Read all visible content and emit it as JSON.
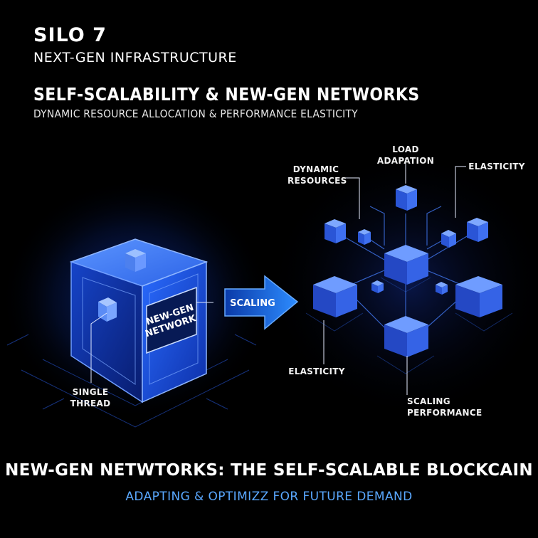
{
  "header": {
    "brand": "SILO 7",
    "tagline": "NEXT-GEN INFRASTRUCTURE",
    "headline": "SELF-SCALABILITY & NEW-GEN NETWORKS",
    "subheadline": "DYNAMIC RESOURCE ALLOCATION & PERFORMANCE ELASTICITY"
  },
  "diagram": {
    "big_cube_label_line1": "NEW-GEN",
    "big_cube_label_line2": "NETWORK",
    "single_thread_label": "SINGLE THREAD",
    "arrow_label": "SCALING",
    "load_adaptation_label": "LOAD ADAPATION",
    "dynamic_resources_line1": "DYNAMIC",
    "dynamic_resources_line2": "RESOURCES",
    "elasticity_top_label": "ELASTICITY",
    "elasticity_bottom_label": "ELASTICITY",
    "scaling_performance_line1": "SCALING",
    "scaling_performance_line2": "PERFORMANCE",
    "colors": {
      "accent": "#2f7bff",
      "glow": "#1e5cff",
      "background": "#000000"
    }
  },
  "footer": {
    "title": "NEW-GEN NETWTORKS: THE SELF-SCALABLE BLOCKCAIN",
    "subtitle": "ADAPTING & OPTIMIZZ FOR FUTURE DEMAND"
  }
}
